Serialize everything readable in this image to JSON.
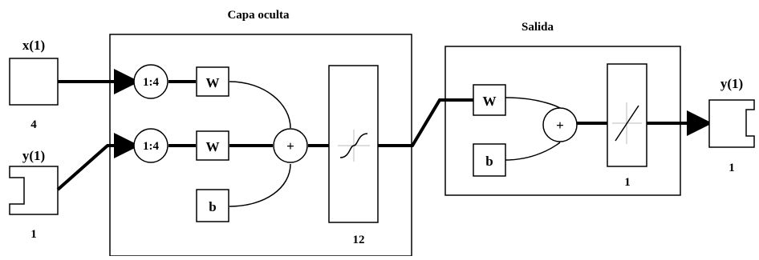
{
  "inputs": {
    "x": {
      "label": "x(1)",
      "size": "4"
    },
    "y": {
      "label": "y(1)",
      "size": "1"
    }
  },
  "hidden_layer": {
    "title": "Capa oculta",
    "delay_top": "1:4",
    "delay_bottom": "1:4",
    "weight_top": "W",
    "weight_bottom": "W",
    "bias": "b",
    "sum": "+",
    "size": "12"
  },
  "output_layer": {
    "title": "Salida",
    "weight": "W",
    "bias": "b",
    "sum": "+",
    "size": "1"
  },
  "output": {
    "label": "y(1)",
    "size": "1"
  }
}
